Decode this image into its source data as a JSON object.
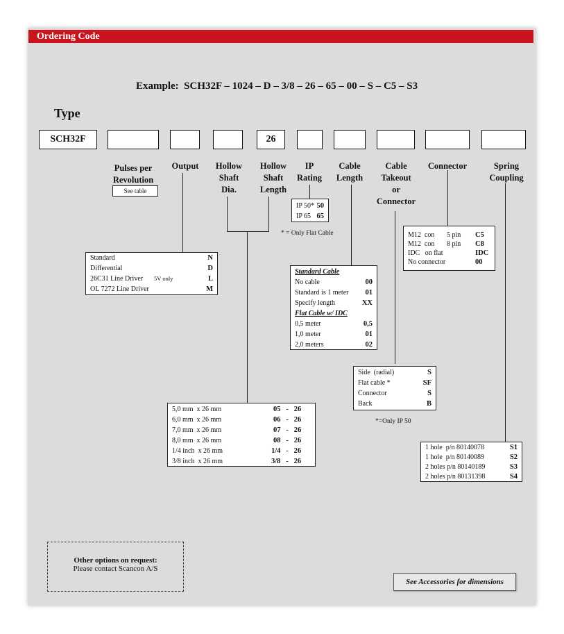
{
  "header": {
    "title": "Ordering Code"
  },
  "example": "Example:  SCH32F – 1024 – D – 3/8 – 26 – 65 – 00 – S – C5 – S3",
  "type_label": "Type",
  "code_boxes": [
    "SCH32F",
    "",
    "",
    "",
    "26",
    "",
    "",
    "",
    "",
    ""
  ],
  "labels": {
    "pulses": "Pulses per Revolution",
    "see_table": "See table",
    "output": "Output",
    "hollow_dia": [
      "Hollow",
      "Shaft",
      "Dia."
    ],
    "hollow_len": [
      "Hollow",
      "Shaft",
      "Length"
    ],
    "ip": [
      "IP",
      "Rating"
    ],
    "cable": [
      "Cable",
      "Length"
    ],
    "takeout": [
      "Cable",
      "Takeout",
      "or",
      "Connector"
    ],
    "connector": "Connector",
    "spring": [
      "Spring",
      "Coupling"
    ]
  },
  "ip_table": [
    {
      "label": "IP 50*",
      "code": "50"
    },
    {
      "label": "IP 65",
      "code": "65"
    }
  ],
  "ip_note": "* = Only Flat Cable",
  "output_table": [
    {
      "label": "Standard",
      "extra": "",
      "code": "N"
    },
    {
      "label": "Differential",
      "extra": "",
      "code": "D"
    },
    {
      "label": "26C31 Line Driver",
      "extra": "5V only",
      "code": "L"
    },
    {
      "label": "OL 7272 Line Driver",
      "extra": "",
      "code": "M"
    }
  ],
  "connector_table": [
    {
      "a": "M12  con",
      "b": "5 pin",
      "code": "C5"
    },
    {
      "a": "M12  con",
      "b": "8 pin",
      "code": "C8"
    },
    {
      "a": "IDC   on flat",
      "b": "",
      "code": "IDC"
    },
    {
      "a": "No connector",
      "b": "",
      "code": "00"
    }
  ],
  "cable_table": {
    "standard_title": "Standard Cable",
    "standard_rows": [
      {
        "label": "No cable",
        "code": "00"
      },
      {
        "label": "Standard is 1 meter",
        "code": "01"
      },
      {
        "label": "Specify length",
        "code": "XX"
      }
    ],
    "flat_title": "Flat Cable w/ IDC",
    "flat_rows": [
      {
        "label": "0,5 meter",
        "code": "0,5"
      },
      {
        "label": "1,0 meter",
        "code": "01"
      },
      {
        "label": "2,0 meters",
        "code": "02"
      }
    ]
  },
  "takeout_table": [
    {
      "label": "Side  (radial)",
      "code": "S"
    },
    {
      "label": "Flat cable *",
      "code": "SF"
    },
    {
      "label": "Connector",
      "code": "S"
    },
    {
      "label": "Back",
      "code": "B"
    }
  ],
  "takeout_note": "*=Only IP 50",
  "shaft_table": [
    {
      "label": "5,0 mm  x 26 mm",
      "code": "05   -   26"
    },
    {
      "label": "6,0 mm  x 26 mm",
      "code": "06   -   26"
    },
    {
      "label": "7,0 mm  x 26 mm",
      "code": "07   -   26"
    },
    {
      "label": "8,0 mm  x 26 mm",
      "code": "08   -   26"
    },
    {
      "label": "1/4 inch  x 26 mm",
      "code": "1/4   -   26"
    },
    {
      "label": "3/8 inch  x 26 mm",
      "code": "3/8   -   26"
    }
  ],
  "spring_table": [
    {
      "label": "1 hole  p/n 80140078",
      "code": "S1"
    },
    {
      "label": "1 hole  p/n 80140089",
      "code": "S2"
    },
    {
      "label": "2 holes p/n 80140189",
      "code": "S3"
    },
    {
      "label": "2 holes p/n 80131398",
      "code": "S4"
    }
  ],
  "options": {
    "title": "Other options on request:",
    "text": "Please contact Scancon A/S"
  },
  "accessories": "See Accessories for dimensions"
}
